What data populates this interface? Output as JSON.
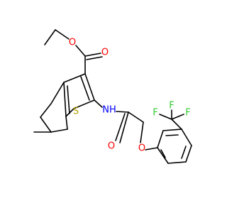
{
  "background_color": "#ffffff",
  "bond_color": "#000000",
  "atom_colors": {
    "O": "#ff0000",
    "N": "#0000ff",
    "S": "#b8a000",
    "F": "#33cc33",
    "H": "#0000ff"
  },
  "atom_labels": {
    "ester_carbonyl_o": "O",
    "ester_ether_o": "O",
    "thiophene_s": "S",
    "amide_nh": "NH",
    "amide_carbonyl_o": "O",
    "aryl_ether_o": "O",
    "f_top": "F",
    "f_left": "F",
    "f_right": "F"
  }
}
